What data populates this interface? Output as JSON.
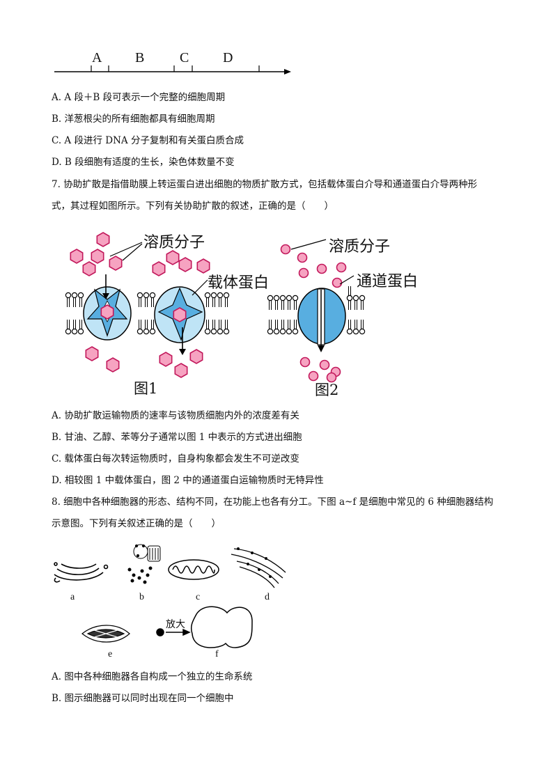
{
  "timeline": {
    "labels": [
      "A",
      "B",
      "C",
      "D"
    ]
  },
  "q6_options": [
    "A. A 段＋B 段可表示一个完整的细胞周期",
    "B. 洋葱根尖的所有细胞都具有细胞周期",
    "C. A 段进行 DNA 分子复制和有关蛋白质合成",
    "D. B 段细胞有适度的生长，染色体数量不变"
  ],
  "q7": {
    "stem_line1": "7. 协助扩散是指借助膜上转运蛋白进出细胞的物质扩散方式，包括载体蛋白介导和通道蛋白介导两种形",
    "stem_line2": "式，其过程如图所示。下列有关协助扩散的叙述，正确的是（　　）",
    "figure": {
      "solute_label_1": "溶质分子",
      "carrier_label": "载体蛋白",
      "fig1_caption": "图1",
      "solute_label_2": "溶质分子",
      "channel_label": "通道蛋白",
      "fig2_caption": "图2"
    },
    "options": [
      "A.  协助扩散运输物质的速率与该物质细胞内外的浓度差有关",
      "B.  甘油、乙醇、苯等分子通常以图 1 中表示的方式进出细胞",
      "C.  载体蛋白每次转运物质时，自身构象都会发生不可逆改变",
      "D.  相较图 1 中载体蛋白，图 2 中的通道蛋白运输物质时无特异性"
    ]
  },
  "q8": {
    "stem_line1": "8. 细胞中各种细胞器的形态、结构不同，在功能上也各有分工。下图 a~f 是细胞中常见的 6 种细胞器结构",
    "stem_line2": "示意图。下列有关叙述正确的是（　　）",
    "figure": {
      "labels": [
        "a",
        "b",
        "c",
        "d",
        "e",
        "f"
      ],
      "zoom_label": "放大"
    },
    "options": [
      "A.  图中各种细胞器各自构成一个独立的生命系统",
      "B.  图示细胞器可以同时出现在同一个细胞中"
    ]
  }
}
